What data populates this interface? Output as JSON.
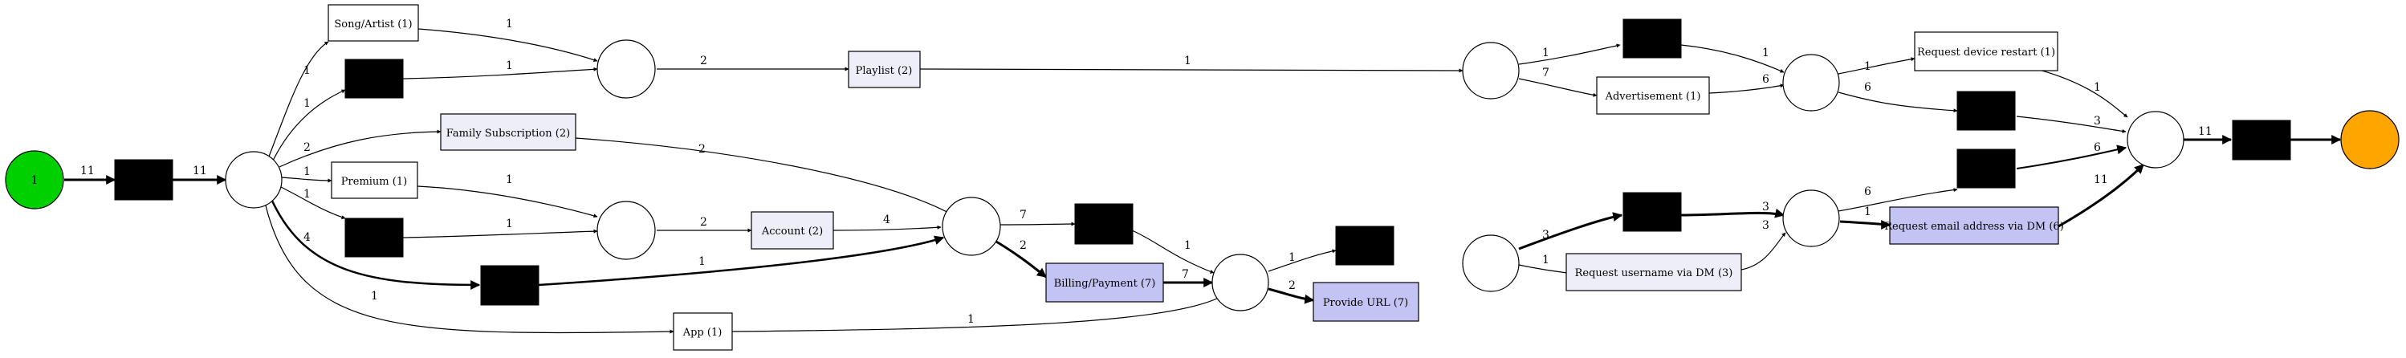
{
  "places": [
    {
      "id": "start",
      "token": "1"
    },
    {
      "id": "p1"
    },
    {
      "id": "p2"
    },
    {
      "id": "p3"
    },
    {
      "id": "p4"
    },
    {
      "id": "p5"
    },
    {
      "id": "p6"
    },
    {
      "id": "p7"
    },
    {
      "id": "p8"
    },
    {
      "id": "p9"
    },
    {
      "id": "p10"
    },
    {
      "id": "p11"
    },
    {
      "id": "end"
    }
  ],
  "transitions": [
    {
      "id": "t_start",
      "label": ""
    },
    {
      "id": "t_song",
      "label": "Song/Artist (1)"
    },
    {
      "id": "t_h1",
      "label": ""
    },
    {
      "id": "t_family",
      "label": "Family Subscription (2)"
    },
    {
      "id": "t_premium",
      "label": "Premium (1)"
    },
    {
      "id": "t_h2",
      "label": ""
    },
    {
      "id": "t_h3",
      "label": ""
    },
    {
      "id": "t_app",
      "label": "App (1)"
    },
    {
      "id": "t_playlist",
      "label": "Playlist (2)"
    },
    {
      "id": "t_account",
      "label": "Account (2)"
    },
    {
      "id": "t_h4",
      "label": ""
    },
    {
      "id": "t_billing",
      "label": "Billing/Payment (7)"
    },
    {
      "id": "t_h5",
      "label": ""
    },
    {
      "id": "t_url",
      "label": "Provide URL (7)"
    },
    {
      "id": "t_h6",
      "label": ""
    },
    {
      "id": "t_ad",
      "label": "Advertisement (1)"
    },
    {
      "id": "t_h7",
      "label": ""
    },
    {
      "id": "t_username",
      "label": "Request username via DM (3)"
    },
    {
      "id": "t_restart",
      "label": "Request device restart (1)"
    },
    {
      "id": "t_h8",
      "label": ""
    },
    {
      "id": "t_h9",
      "label": ""
    },
    {
      "id": "t_email",
      "label": "Request email address via DM (6)"
    },
    {
      "id": "t_end",
      "label": ""
    }
  ],
  "arcs": [
    {
      "id": "a1",
      "label": "11"
    },
    {
      "id": "a2",
      "label": "11"
    },
    {
      "id": "a3",
      "label": "1"
    },
    {
      "id": "a4",
      "label": "1"
    },
    {
      "id": "a5",
      "label": "2"
    },
    {
      "id": "a6",
      "label": "1"
    },
    {
      "id": "a7",
      "label": "1"
    },
    {
      "id": "a8",
      "label": "4"
    },
    {
      "id": "a9",
      "label": "1"
    },
    {
      "id": "a10",
      "label": "1"
    },
    {
      "id": "a11",
      "label": "1"
    },
    {
      "id": "a12",
      "label": "2"
    },
    {
      "id": "a13",
      "label": "2"
    },
    {
      "id": "a14",
      "label": "1"
    },
    {
      "id": "a15",
      "label": "1"
    },
    {
      "id": "a16",
      "label": "2"
    },
    {
      "id": "a17",
      "label": "4"
    },
    {
      "id": "a18",
      "label": "1"
    },
    {
      "id": "a19",
      "label": "1"
    },
    {
      "id": "a20",
      "label": "7"
    },
    {
      "id": "a21",
      "label": "2"
    },
    {
      "id": "a22",
      "label": "1"
    },
    {
      "id": "a23",
      "label": "1"
    },
    {
      "id": "a24",
      "label": "1"
    },
    {
      "id": "a25",
      "label": "7"
    },
    {
      "id": "a26",
      "label": "7"
    },
    {
      "id": "a27",
      "label": "2"
    },
    {
      "id": "a28",
      "label": "1"
    },
    {
      "id": "a29",
      "label": "1"
    },
    {
      "id": "a30",
      "label": "6"
    },
    {
      "id": "a31",
      "label": "3"
    },
    {
      "id": "a32",
      "label": "1"
    },
    {
      "id": "a33",
      "label": "1"
    },
    {
      "id": "a34",
      "label": "6"
    },
    {
      "id": "a35",
      "label": "3"
    },
    {
      "id": "a36",
      "label": "3"
    },
    {
      "id": "a37",
      "label": "6"
    },
    {
      "id": "a38",
      "label": "1"
    },
    {
      "id": "a39",
      "label": "1"
    },
    {
      "id": "a40",
      "label": "3"
    },
    {
      "id": "a41",
      "label": "6"
    },
    {
      "id": "a42",
      "label": "11"
    },
    {
      "id": "a43",
      "label": "11"
    }
  ],
  "colors": {
    "start_fill": "#00d000",
    "end_fill": "#ffa500",
    "silent_fill": "#000000",
    "light_fill": "#eeeef8",
    "plain_fill": "#ffffff",
    "frequent_fill": "#c4c4f4"
  }
}
